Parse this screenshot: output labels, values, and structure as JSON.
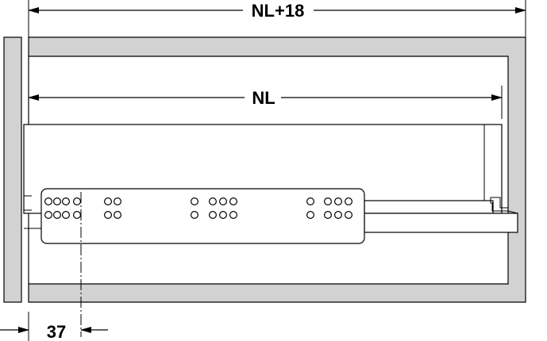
{
  "dimensions": {
    "outer_width_label": "NL+18",
    "nominal_length_label": "NL",
    "hole_offset_label": "37"
  },
  "colors": {
    "cabinet_fill": "#d2d2d2",
    "line": "#000000",
    "background": "#ffffff"
  }
}
